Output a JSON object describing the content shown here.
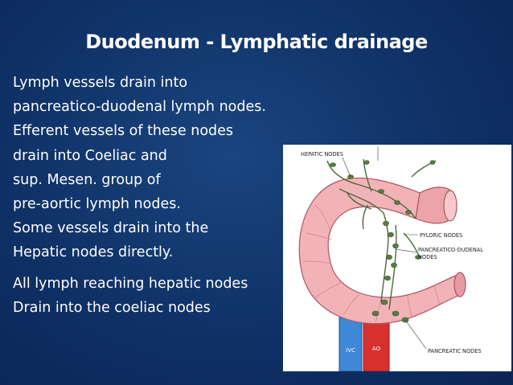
{
  "slide": {
    "title": "Duodenum  - Lymphatic drainage",
    "paragraph1": [
      "Lymph vessels drain into",
      "pancreatico-duodenal lymph nodes.",
      "Efferent vessels of these nodes",
      "drain into  Coeliac and",
      "sup. Mesen. group of",
      "pre-aortic lymph nodes.",
      "Some vessels drain into the",
      "Hepatic nodes directly."
    ],
    "paragraph2": [
      "All lymph reaching hepatic nodes",
      "Drain into the coeliac nodes"
    ]
  },
  "figure": {
    "labels": {
      "hepatic": "HEPATIC NODES",
      "pyloric": "PYLORIC NODES",
      "pancreatico_1": "PANCREATICO-DUDENAL",
      "pancreatico_2": "NODES",
      "pancreatic": "PANCREATIC NODES",
      "ivc": "IVC",
      "ao": "AO"
    },
    "colors": {
      "duodenum": "#f2b3b8",
      "duodenum_shade": "#e08890",
      "lymph": "#4a6b3a",
      "ivc": "#3f88d6",
      "aorta": "#d8302f",
      "background": "#0f3166"
    }
  }
}
